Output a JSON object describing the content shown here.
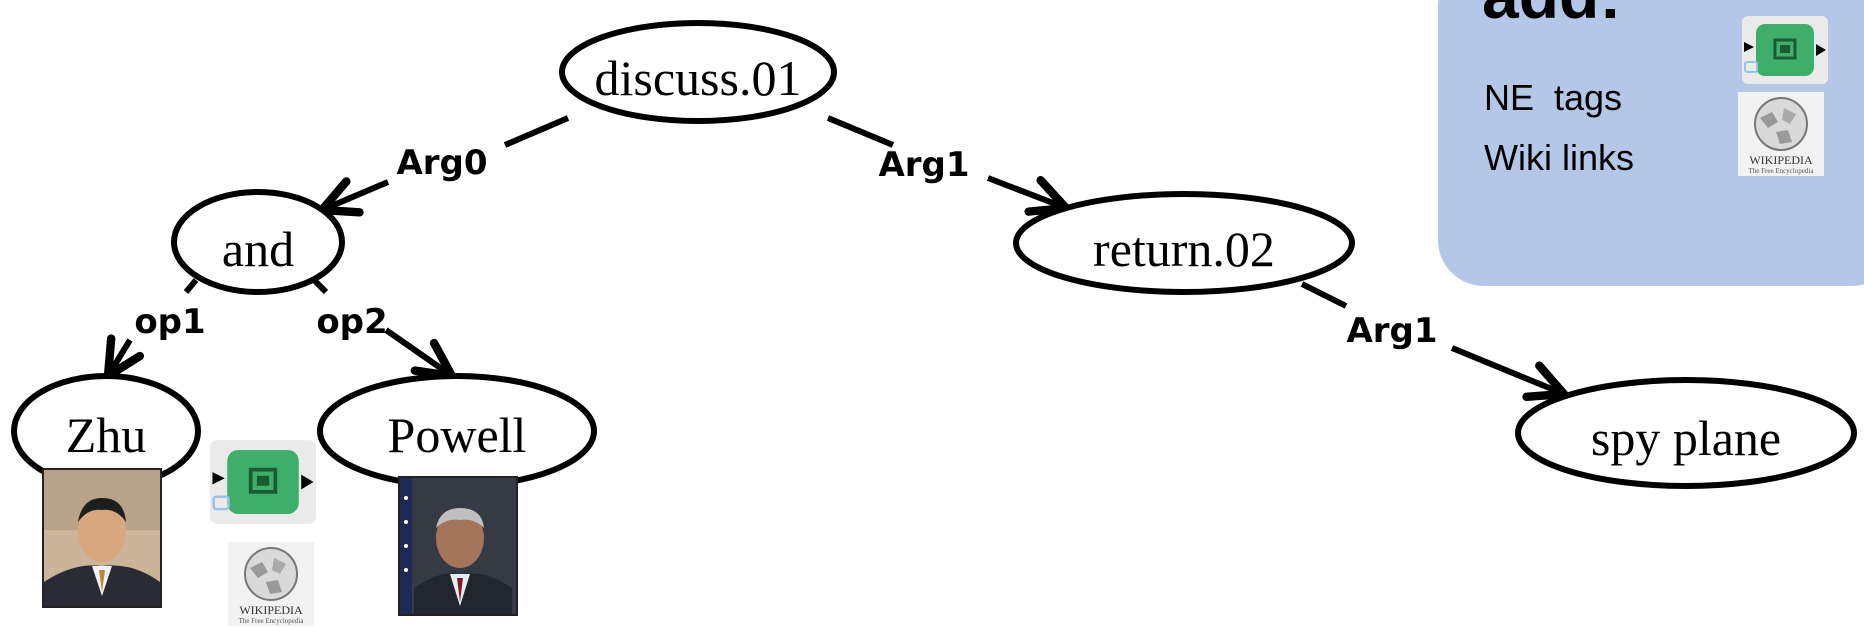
{
  "legend": {
    "title": "add:",
    "items": [
      {
        "label": "NE  tags",
        "icon": "ne-tagger-icon"
      },
      {
        "label": "Wiki links",
        "icon": "wikipedia-icon"
      }
    ]
  },
  "graph": {
    "nodes": {
      "discuss": "discuss.01",
      "and": "and",
      "return": "return.02",
      "zhu": "Zhu",
      "powell": "Powell",
      "spy_plane": "spy plane"
    },
    "edges": {
      "discuss_and": "Arg0",
      "discuss_return": "Arg1",
      "and_zhu": "op1",
      "and_powell": "op2",
      "return_spy": "Arg1"
    }
  },
  "wikipedia_logo": {
    "wordmark": "WIKIPEDIA",
    "tagline": "The Free Encyclopedia"
  },
  "colors": {
    "legend_bg": "#b4c7e7",
    "ne_icon": "#3fae6a",
    "stroke": "#000000"
  }
}
